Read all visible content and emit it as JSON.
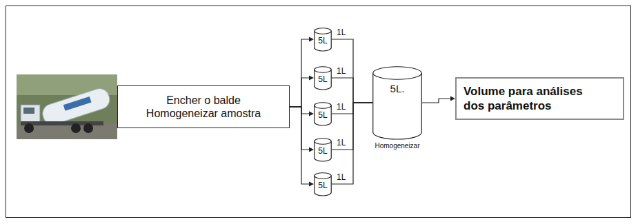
{
  "diagram": {
    "nodes": [
      {
        "text": [
          "Encher o balde Homogeneizar amostra"
        ]
      },
      {
        "text": [
          "5L"
        ]
      },
      {
        "text": [
          "5L"
        ]
      },
      {
        "text": [
          "5L"
        ]
      },
      {
        "text": [
          "5L"
        ]
      },
      {
        "text": [
          "5L"
        ]
      },
      {
        "text": [
          "5L.",
          "Homogeneizar"
        ]
      },
      {
        "text": [
          "Volume para análises dos parâmetros"
        ]
      }
    ],
    "edges": [
      {
        "from": 0,
        "to": 1,
        "arrow": "to"
      },
      {
        "from": 0,
        "to": 2,
        "arrow": "to"
      },
      {
        "from": 0,
        "to": 3,
        "arrow": "to"
      },
      {
        "from": 0,
        "to": 4,
        "arrow": "to"
      },
      {
        "from": 0,
        "to": 5,
        "arrow": "to"
      },
      {
        "from": 1,
        "to": 6,
        "label": "1L",
        "arrow": "none"
      },
      {
        "from": 2,
        "to": 6,
        "label": "1L",
        "arrow": "none"
      },
      {
        "from": 3,
        "to": 6,
        "label": "1L",
        "arrow": "none"
      },
      {
        "from": 4,
        "to": 6,
        "label": "1L",
        "arrow": "none"
      },
      {
        "from": 5,
        "to": 6,
        "label": "1L",
        "arrow": "none"
      },
      {
        "from": 6,
        "to": 7,
        "arrow": "to"
      }
    ]
  }
}
